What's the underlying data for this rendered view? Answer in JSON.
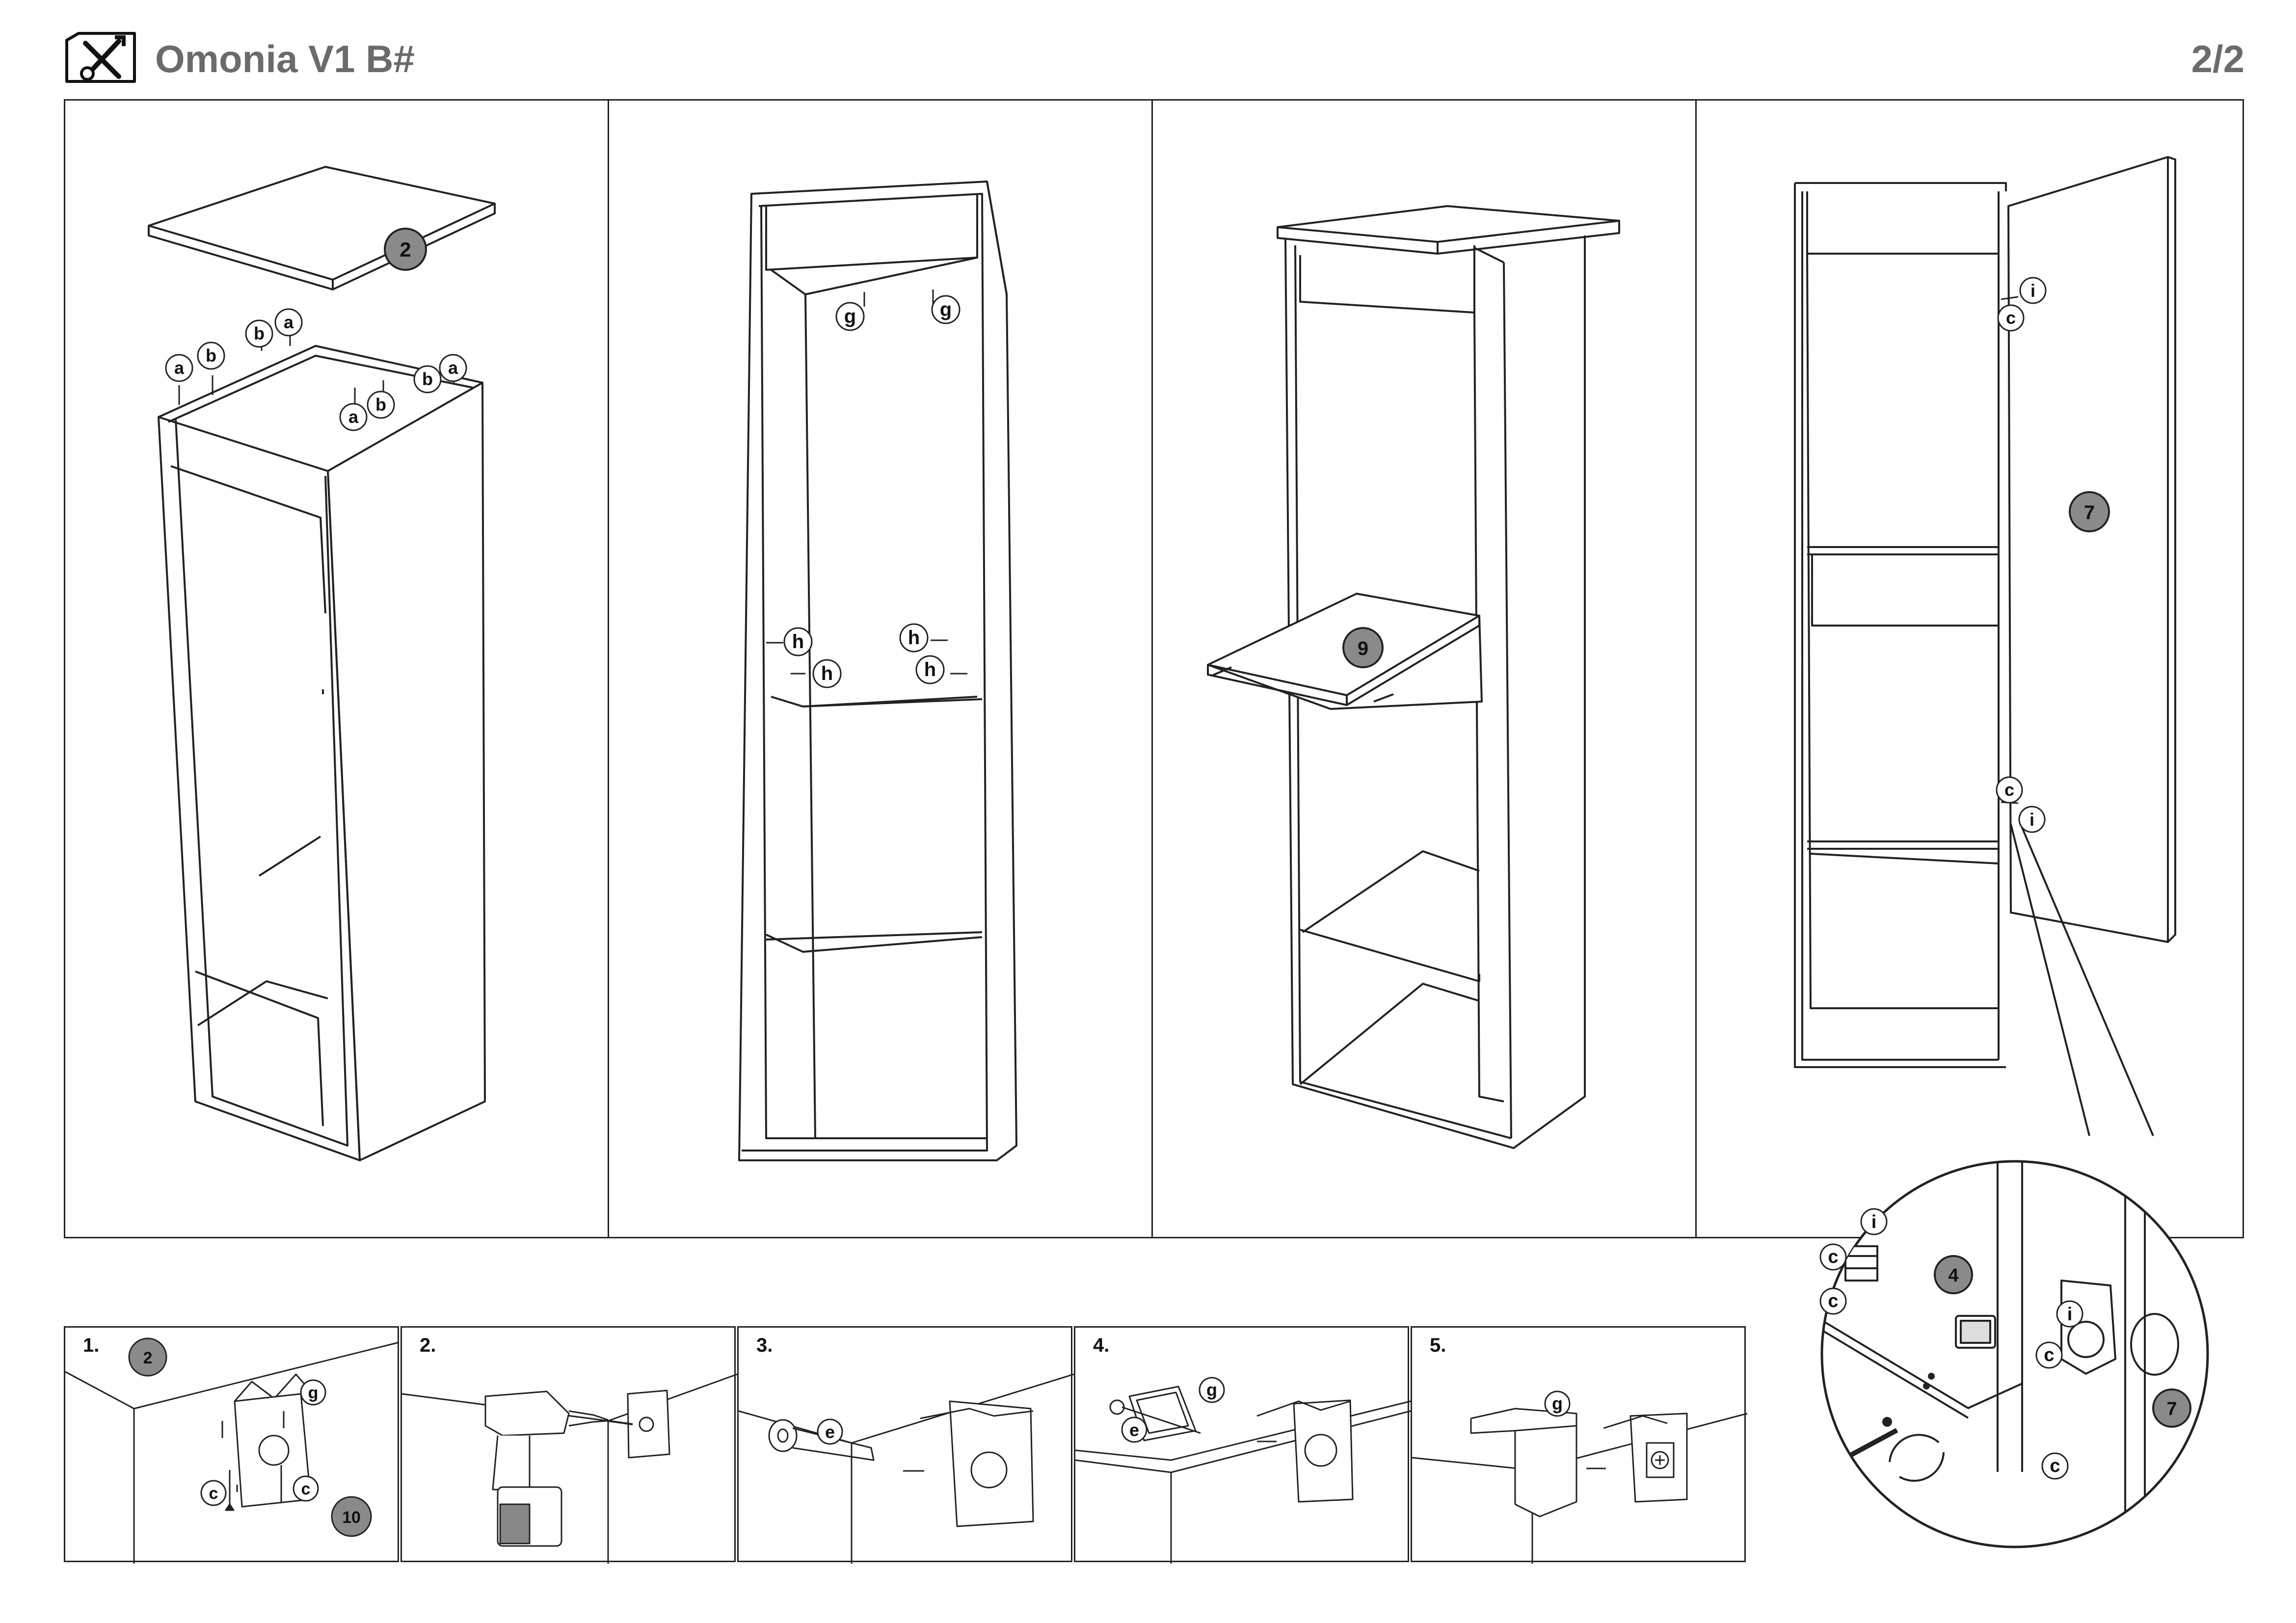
{
  "header": {
    "title": "Omonia V1 B#",
    "page": "2/2",
    "icon": "tools-icon"
  },
  "callouts": {
    "a": "a",
    "b": "b",
    "c": "c",
    "e": "e",
    "g": "g",
    "h": "h",
    "i": "i"
  },
  "parts": {
    "top_panel": "2",
    "shelf": "9",
    "door": "7",
    "hinge": "4",
    "bracket_qty": "10"
  },
  "steps": [
    {
      "label": "1."
    },
    {
      "label": "2."
    },
    {
      "label": "3."
    },
    {
      "label": "4."
    },
    {
      "label": "5."
    }
  ]
}
